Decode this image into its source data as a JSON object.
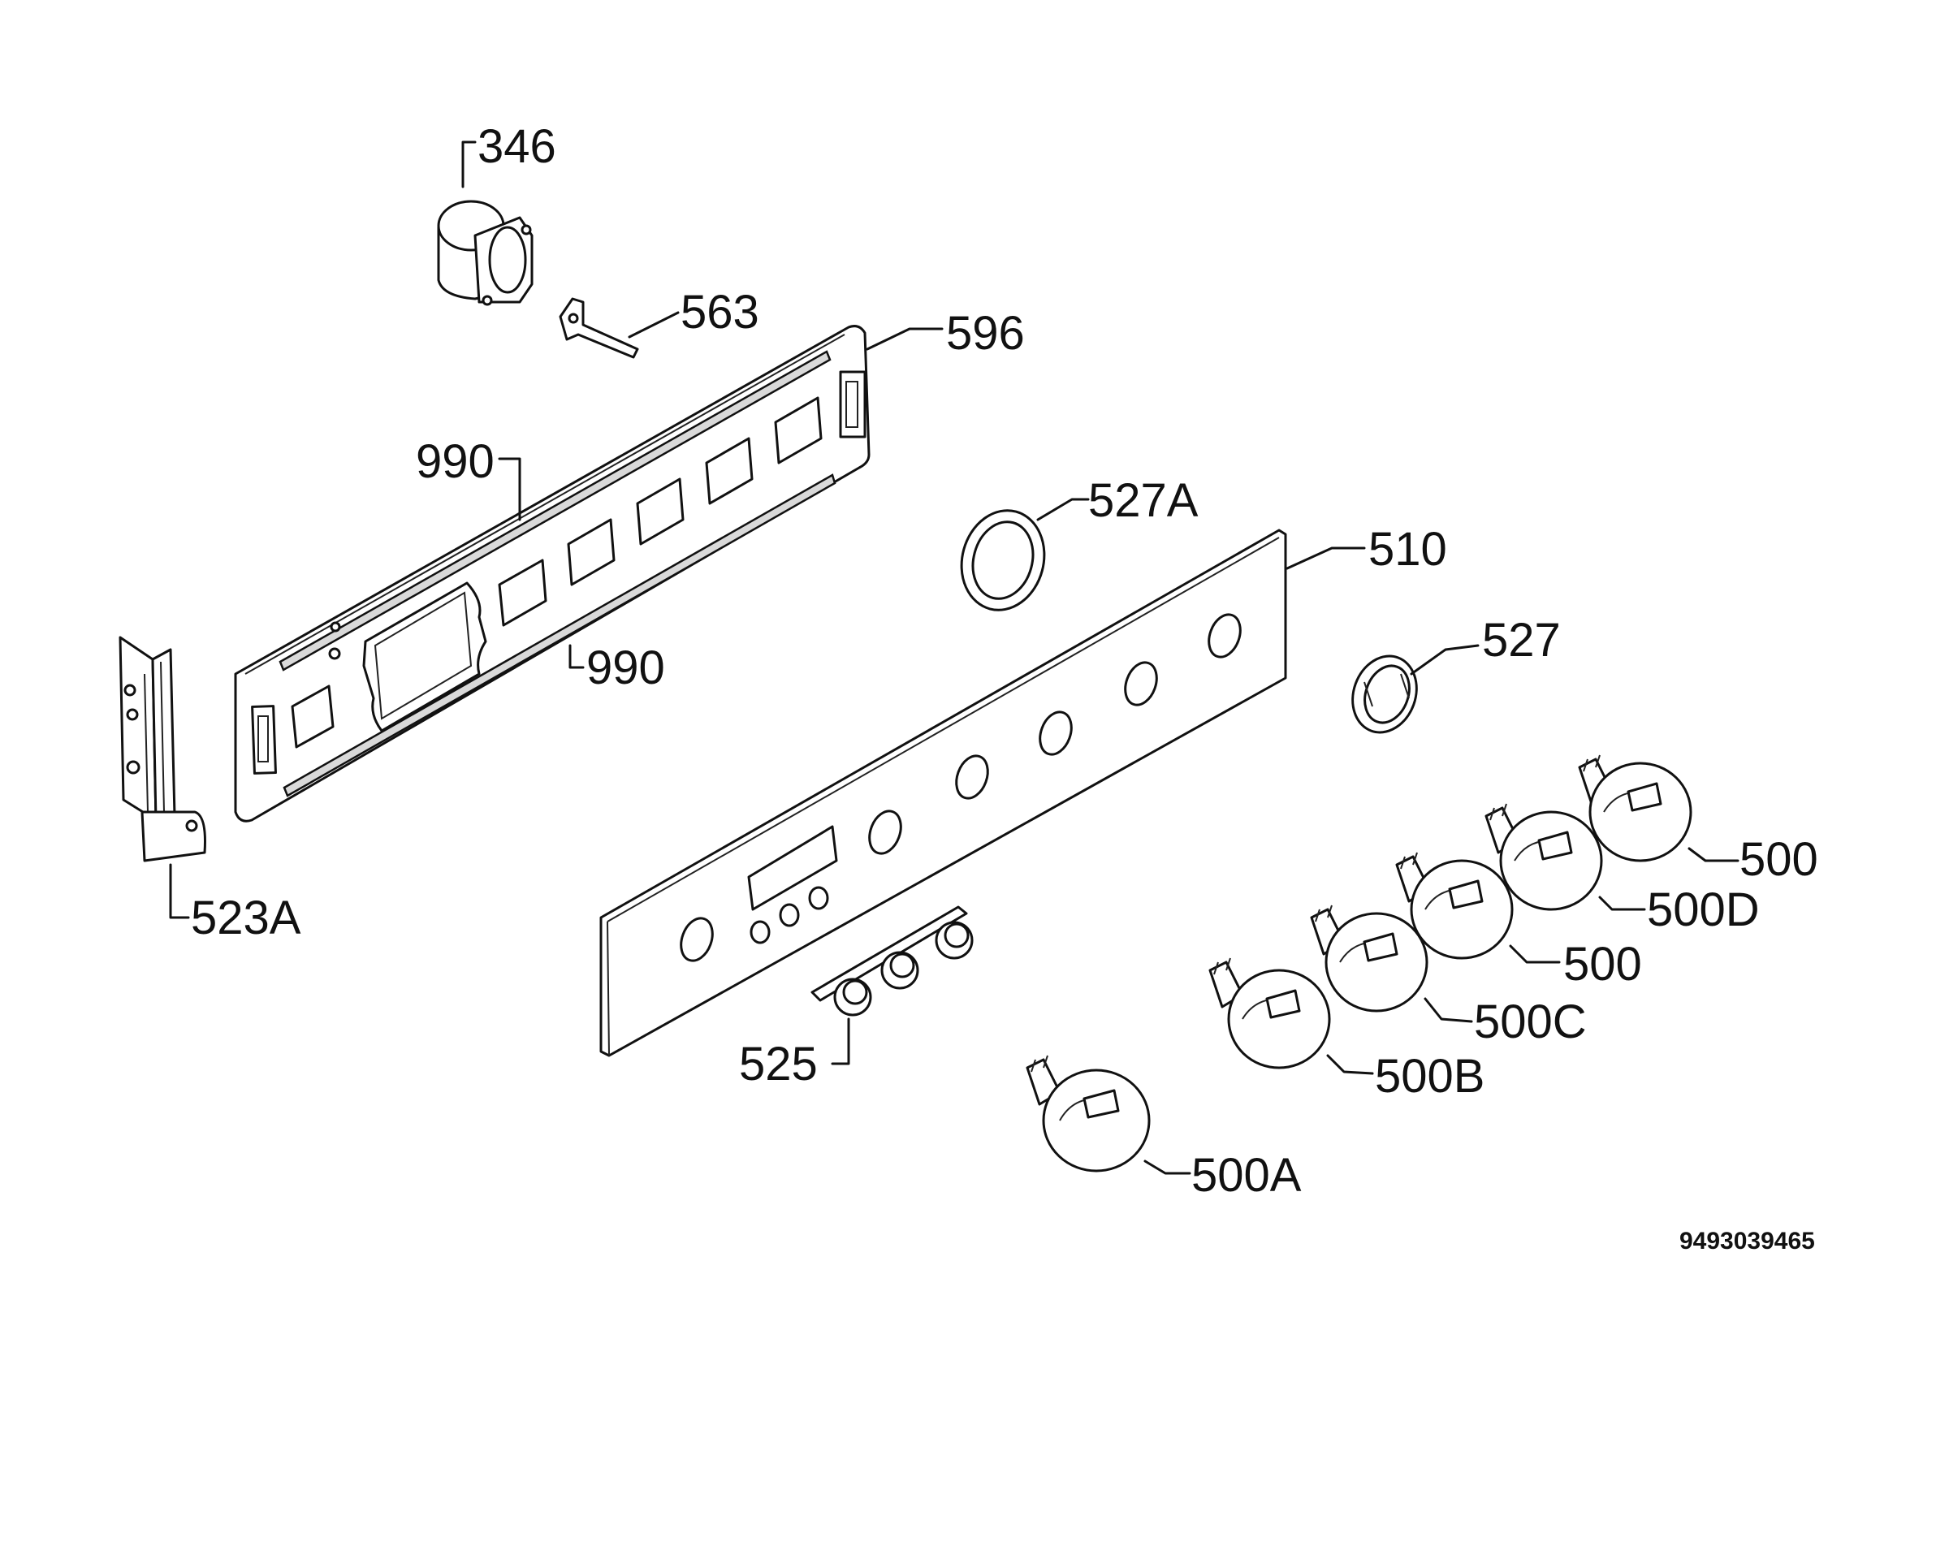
{
  "labels": {
    "l346": "346",
    "l563": "563",
    "l596": "596",
    "l990_top": "990",
    "l990_bottom": "990",
    "l527A": "527A",
    "l510": "510",
    "l527": "527",
    "l523A": "523A",
    "l525": "525",
    "l500_1": "500",
    "l500D": "500D",
    "l500_2": "500",
    "l500C": "500C",
    "l500B": "500B",
    "l500A": "500A"
  },
  "diagram_code": "9493039465"
}
